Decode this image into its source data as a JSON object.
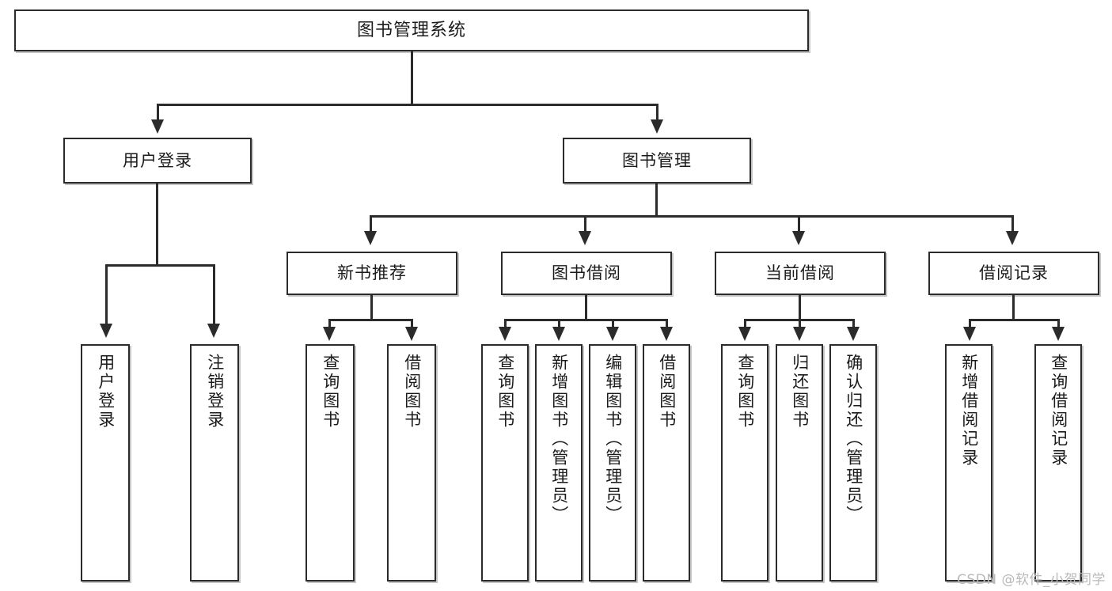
{
  "diagram": {
    "type": "tree",
    "title": "图书管理系统",
    "root": {
      "label": "图书管理系统"
    },
    "level1": [
      {
        "label": "用户登录"
      },
      {
        "label": "图书管理"
      }
    ],
    "level2": [
      {
        "label": "新书推荐"
      },
      {
        "label": "图书借阅"
      },
      {
        "label": "当前借阅"
      },
      {
        "label": "借阅记录"
      }
    ],
    "leaves": {
      "user_login": [
        {
          "label": "用户登录"
        },
        {
          "label": "注销登录"
        }
      ],
      "new_book_recommend": [
        {
          "label": "查询图书"
        },
        {
          "label": "借阅图书"
        }
      ],
      "book_borrow": [
        {
          "label": "查询图书"
        },
        {
          "label": "新增图书（管理员）"
        },
        {
          "label": "编辑图书（管理员）"
        },
        {
          "label": "借阅图书"
        }
      ],
      "current_borrow": [
        {
          "label": "查询图书"
        },
        {
          "label": "归还图书"
        },
        {
          "label": "确认归还（管理员）"
        }
      ],
      "borrow_record": [
        {
          "label": "新增借阅记录"
        },
        {
          "label": "查询借阅记录"
        }
      ]
    }
  },
  "watermark": {
    "text": "CSDN @软件_小贺同学"
  },
  "colors": {
    "stroke": "#2b2b2b",
    "fill": "#ffffff",
    "text": "#1b1b1b",
    "watermark": "#b9b9b9"
  }
}
